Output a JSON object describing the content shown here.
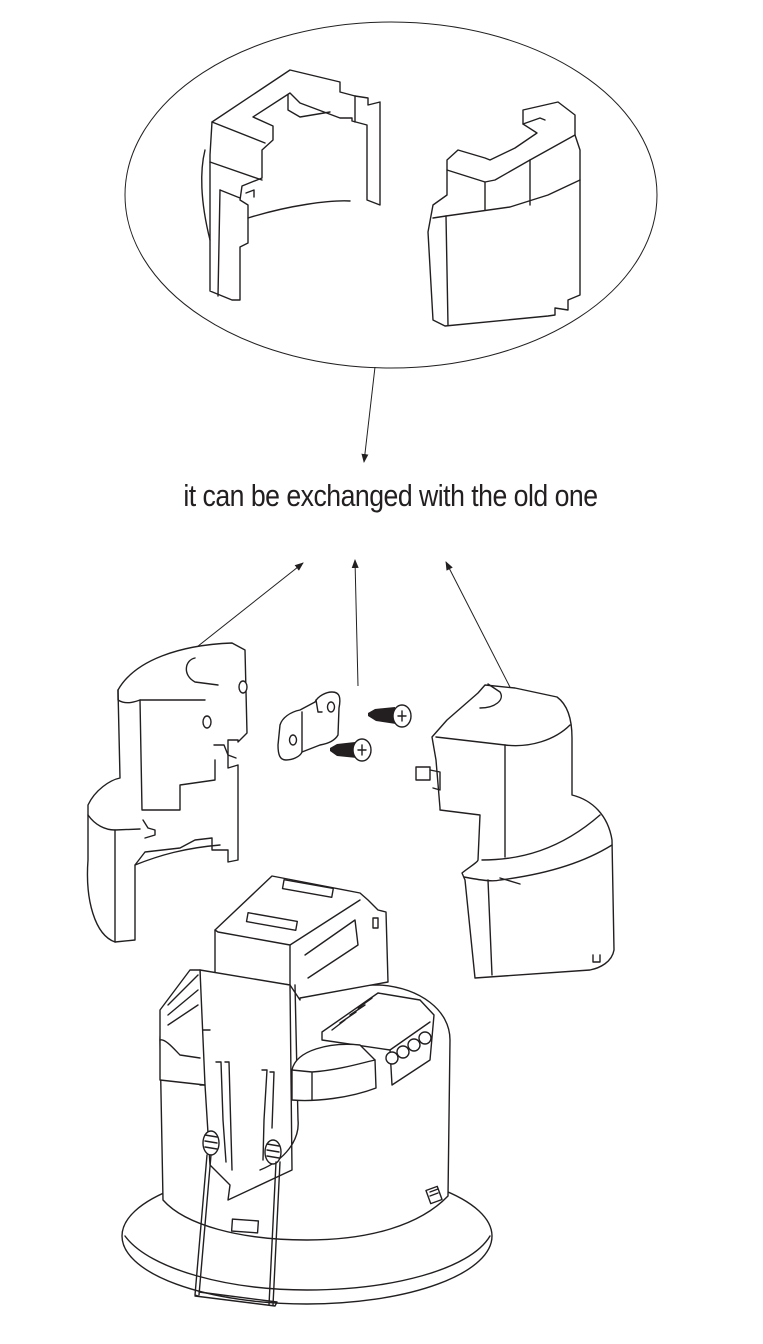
{
  "diagram": {
    "type": "exploded-assembly-line-drawing",
    "caption": "it can be exchanged with the old one",
    "colors": {
      "line": "#231f20",
      "background": "#ffffff"
    },
    "callout": {
      "shape": "ellipse",
      "contents": [
        "replacement-clip-left",
        "replacement-clip-right"
      ],
      "arrow_to": "caption"
    },
    "parts": [
      {
        "id": "left-clip-housing",
        "arrow_to": "caption"
      },
      {
        "id": "cable-clamp",
        "arrow_to": "caption"
      },
      {
        "id": "screw-1"
      },
      {
        "id": "screw-2"
      },
      {
        "id": "right-clip-housing",
        "arrow_to": "caption"
      },
      {
        "id": "sensor-body",
        "features": [
          "terminal-block",
          "spring-clips",
          "round-flange"
        ]
      }
    ]
  }
}
